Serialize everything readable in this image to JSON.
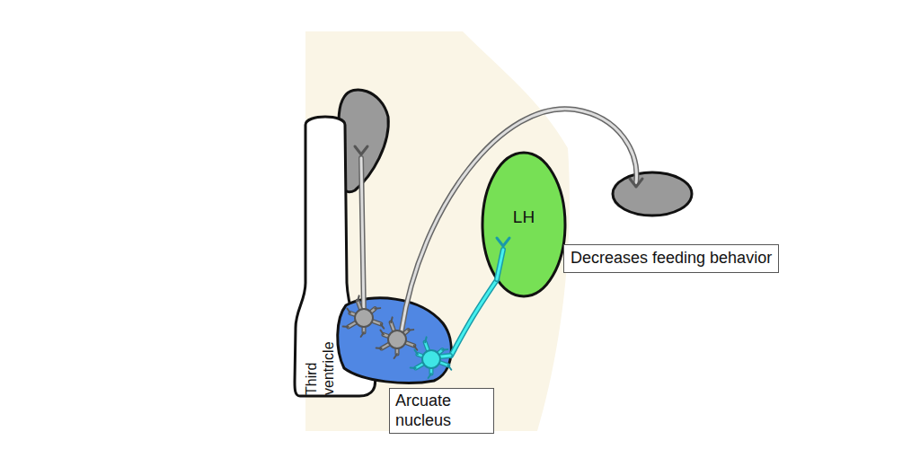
{
  "diagram": {
    "nodes": [
      {
        "text": [
          "LH"
        ]
      },
      {
        "text": [
          "Decreases feeding behavior"
        ]
      },
      {
        "text": [
          "Third ventricle"
        ]
      },
      {
        "text": [
          "Arcuate nucleus"
        ]
      }
    ],
    "edges": [
      {
        "from": 3,
        "to": 0,
        "arrow": "none"
      }
    ]
  }
}
